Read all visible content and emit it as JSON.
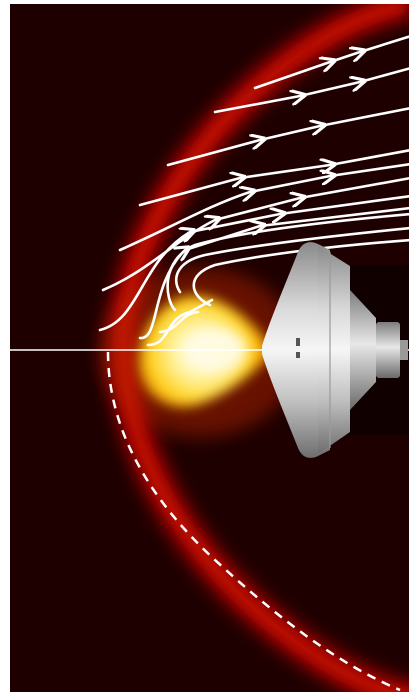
{
  "figure": {
    "subject": "capsule-with-retro-propulsion-plume",
    "colors": {
      "background": "#1e0000",
      "shock_red": "#b00000",
      "plume_core": "#fffbe0",
      "plume_yellow": "#ffd21a",
      "plume_orange": "#e06000",
      "streamline": "#ffffff",
      "capsule_light": "#f2f2f2",
      "capsule_dark": "#7a7a7a",
      "frame_border": "#ffffff"
    },
    "elements": {
      "streamlines": "white-streamlines-with-arrowheads",
      "shock_fit": "white-dashed-curve",
      "symmetry_axis": "white-horizontal-line",
      "capsule": "gray-entry-capsule"
    }
  }
}
